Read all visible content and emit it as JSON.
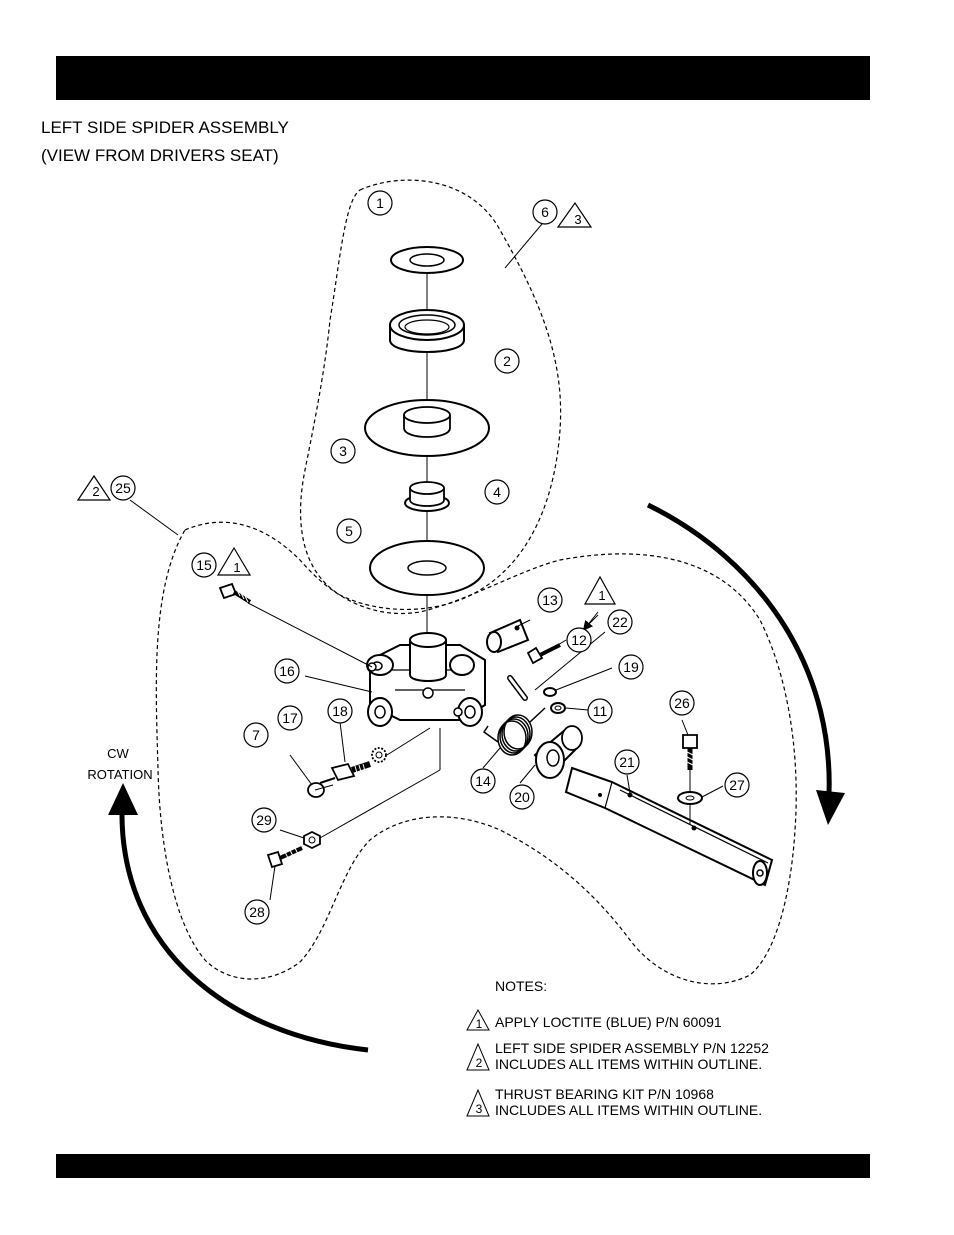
{
  "heading": {
    "line1": "LEFT SIDE SPIDER ASSEMBLY",
    "line2": "(VIEW FROM DRIVERS SEAT)"
  },
  "rotation": {
    "line1": "CW",
    "line2": "ROTATION"
  },
  "callouts": {
    "c1": "1",
    "c2": "2",
    "c3": "3",
    "c4": "4",
    "c5": "5",
    "c6": "6",
    "c7": "7",
    "c11": "11",
    "c12": "12",
    "c13": "13",
    "c14": "14",
    "c15": "15",
    "c16": "16",
    "c17": "17",
    "c18": "18",
    "c19": "19",
    "c20": "20",
    "c21": "21",
    "c22": "22",
    "c25": "25",
    "c26": "26",
    "c27": "27",
    "c28": "28",
    "c29": "29"
  },
  "note_refs": {
    "n1": "1",
    "n2": "2",
    "n3": "3"
  },
  "notes": {
    "title": "NOTES:",
    "note1": "APPLY LOCTITE (BLUE)  P/N 60091",
    "note2_line1": "LEFT SIDE SPIDER ASSEMBLY P/N 12252",
    "note2_line2": "INCLUDES ALL ITEMS WITHIN OUTLINE.",
    "note3_line1": "THRUST BEARING KIT P/N 10968",
    "note3_line2": "INCLUDES ALL ITEMS WITHIN OUTLINE."
  }
}
